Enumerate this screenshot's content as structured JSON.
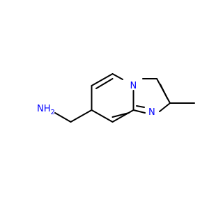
{
  "molecule": {
    "atoms": {
      "nh2": {
        "label": "NH",
        "subscript": "2"
      },
      "n_bridge": {
        "label": "N"
      },
      "n_imidazole": {
        "label": "N"
      }
    },
    "colors": {
      "bond": "#000000",
      "nitrogen": "#0000ff",
      "background": "#ffffff"
    }
  }
}
